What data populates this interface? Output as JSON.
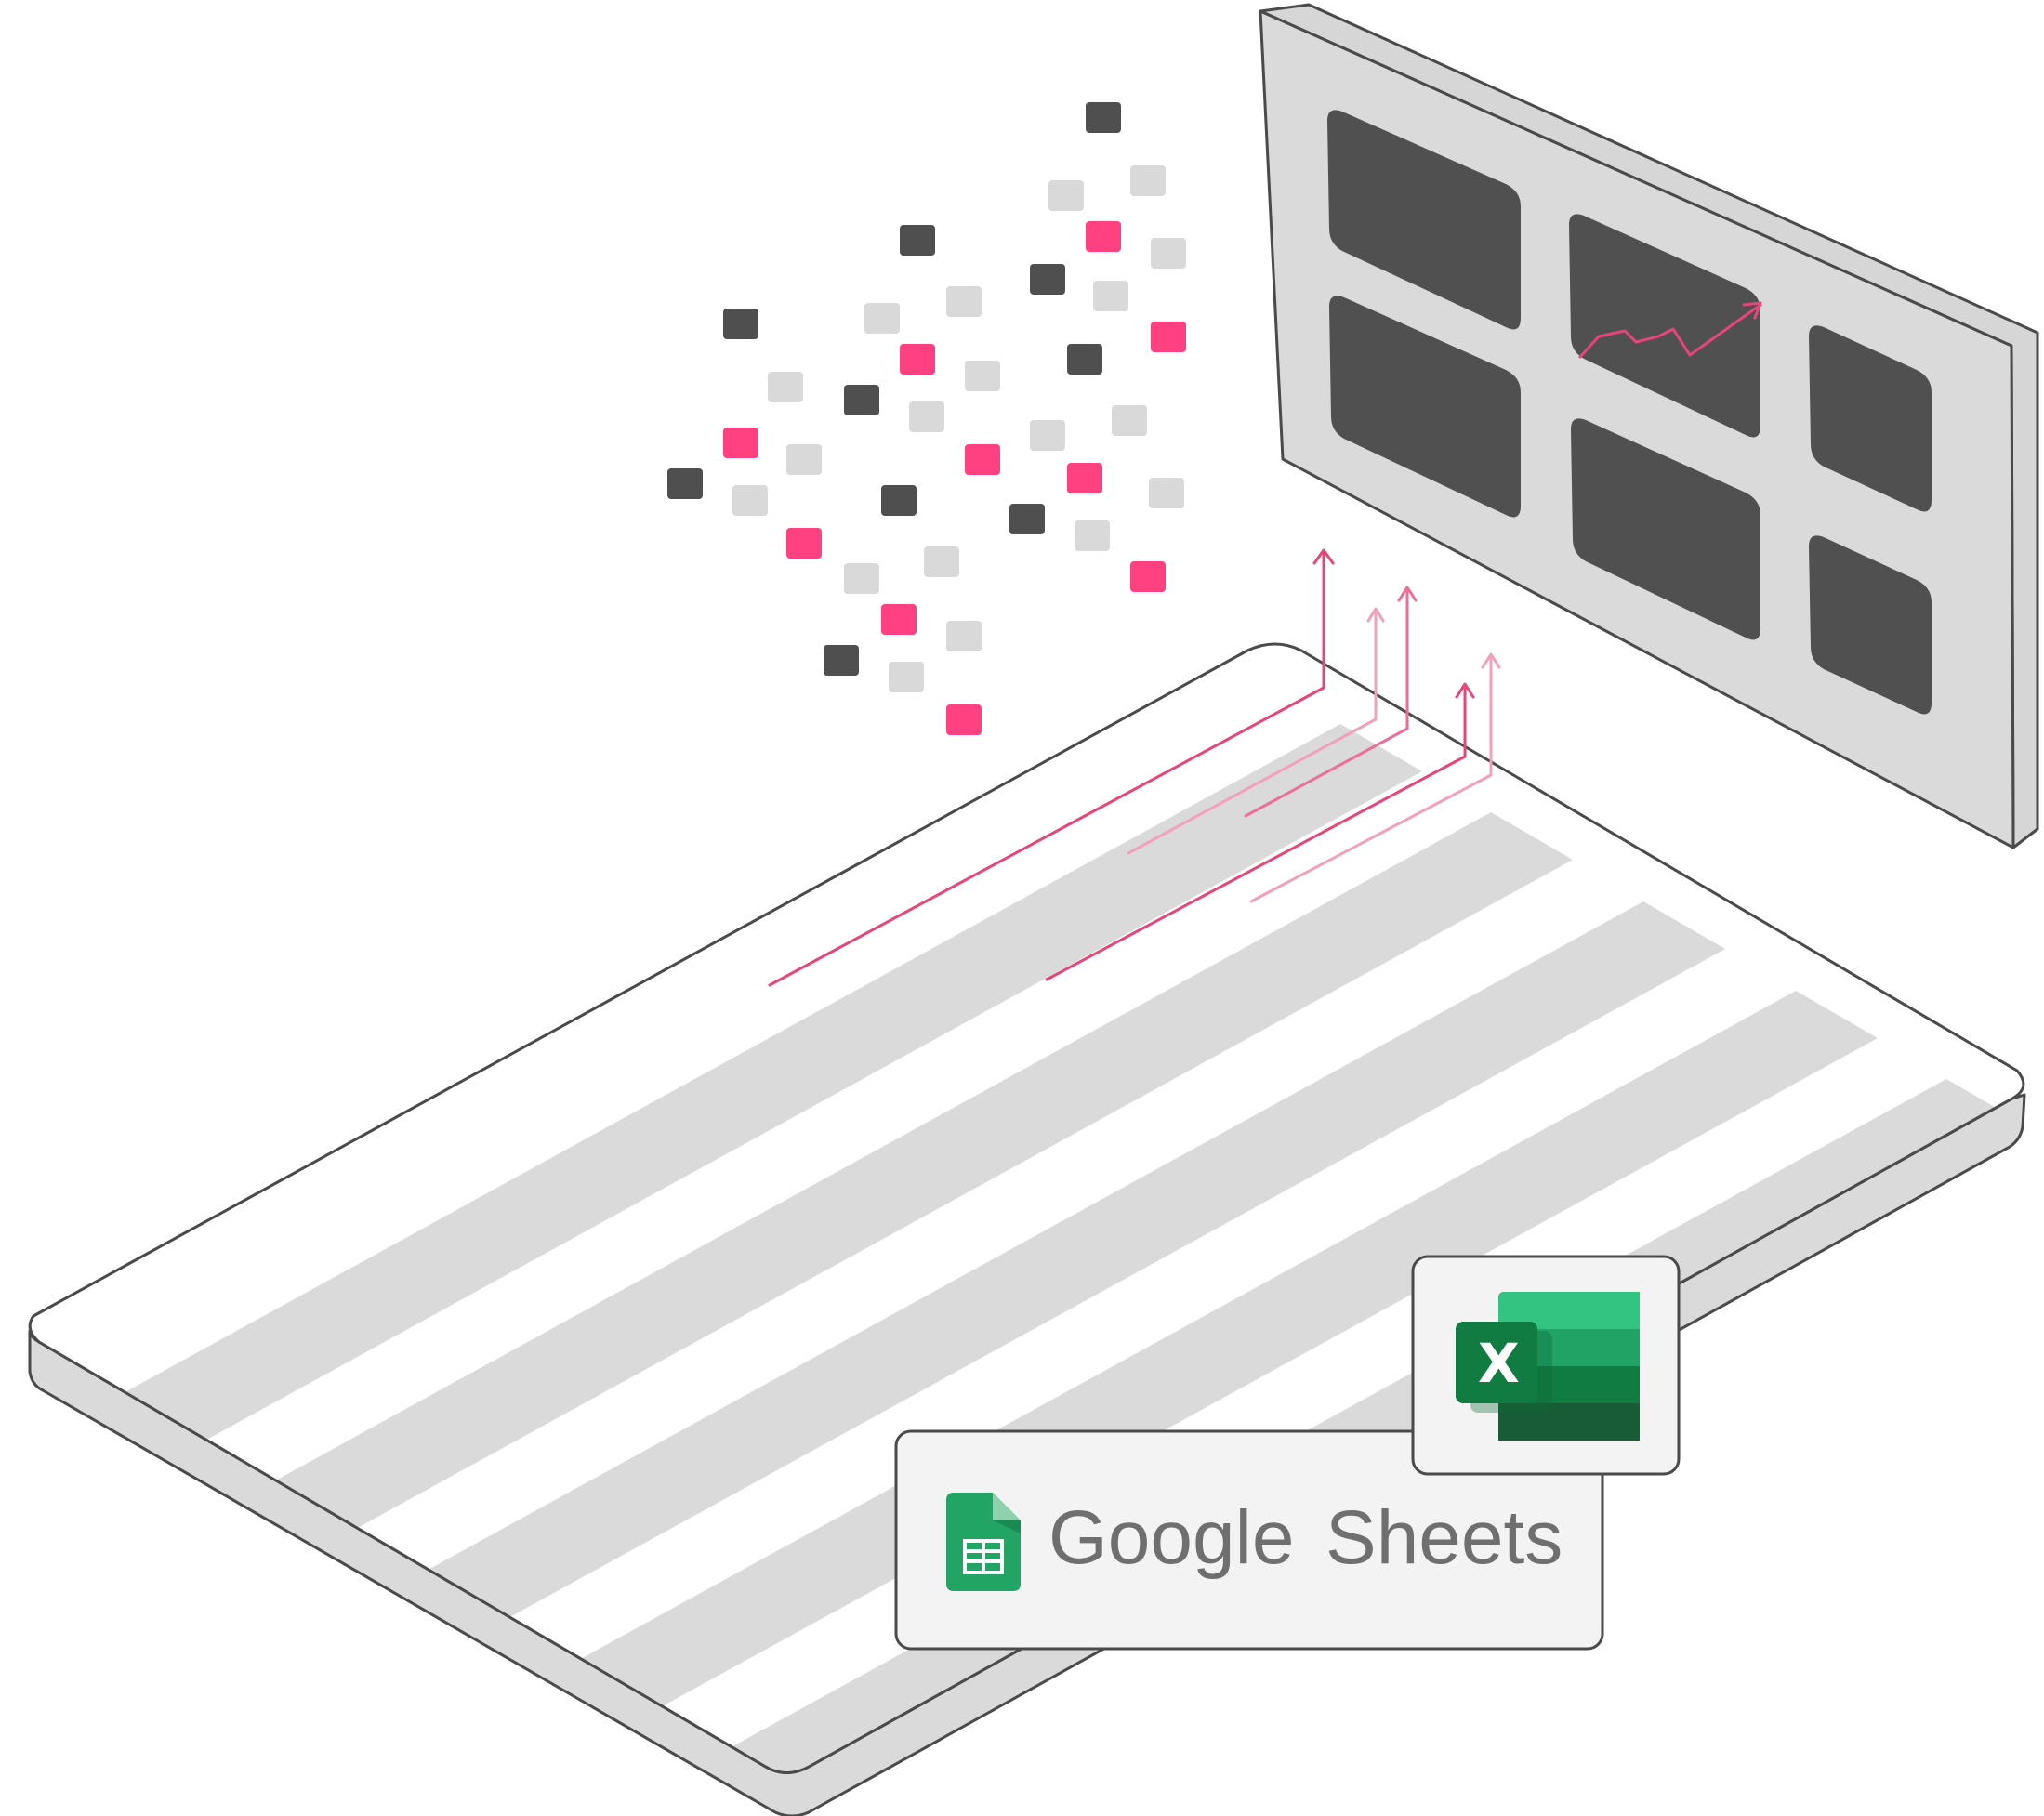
{
  "badges": {
    "google_sheets": {
      "word_google": "Google",
      "word_sheets": "Sheets",
      "icon": "google-sheets-icon"
    },
    "excel": {
      "letter": "X",
      "icon": "excel-icon"
    }
  },
  "colors": {
    "accent": "#ff4081",
    "dark_block": "#4f4f4f",
    "light_block": "#d9d9d9",
    "outline": "#4a4a4a",
    "card_bg": "#f3f3f3",
    "sheets_green": "#21a464",
    "excel_green": "#107c41"
  }
}
